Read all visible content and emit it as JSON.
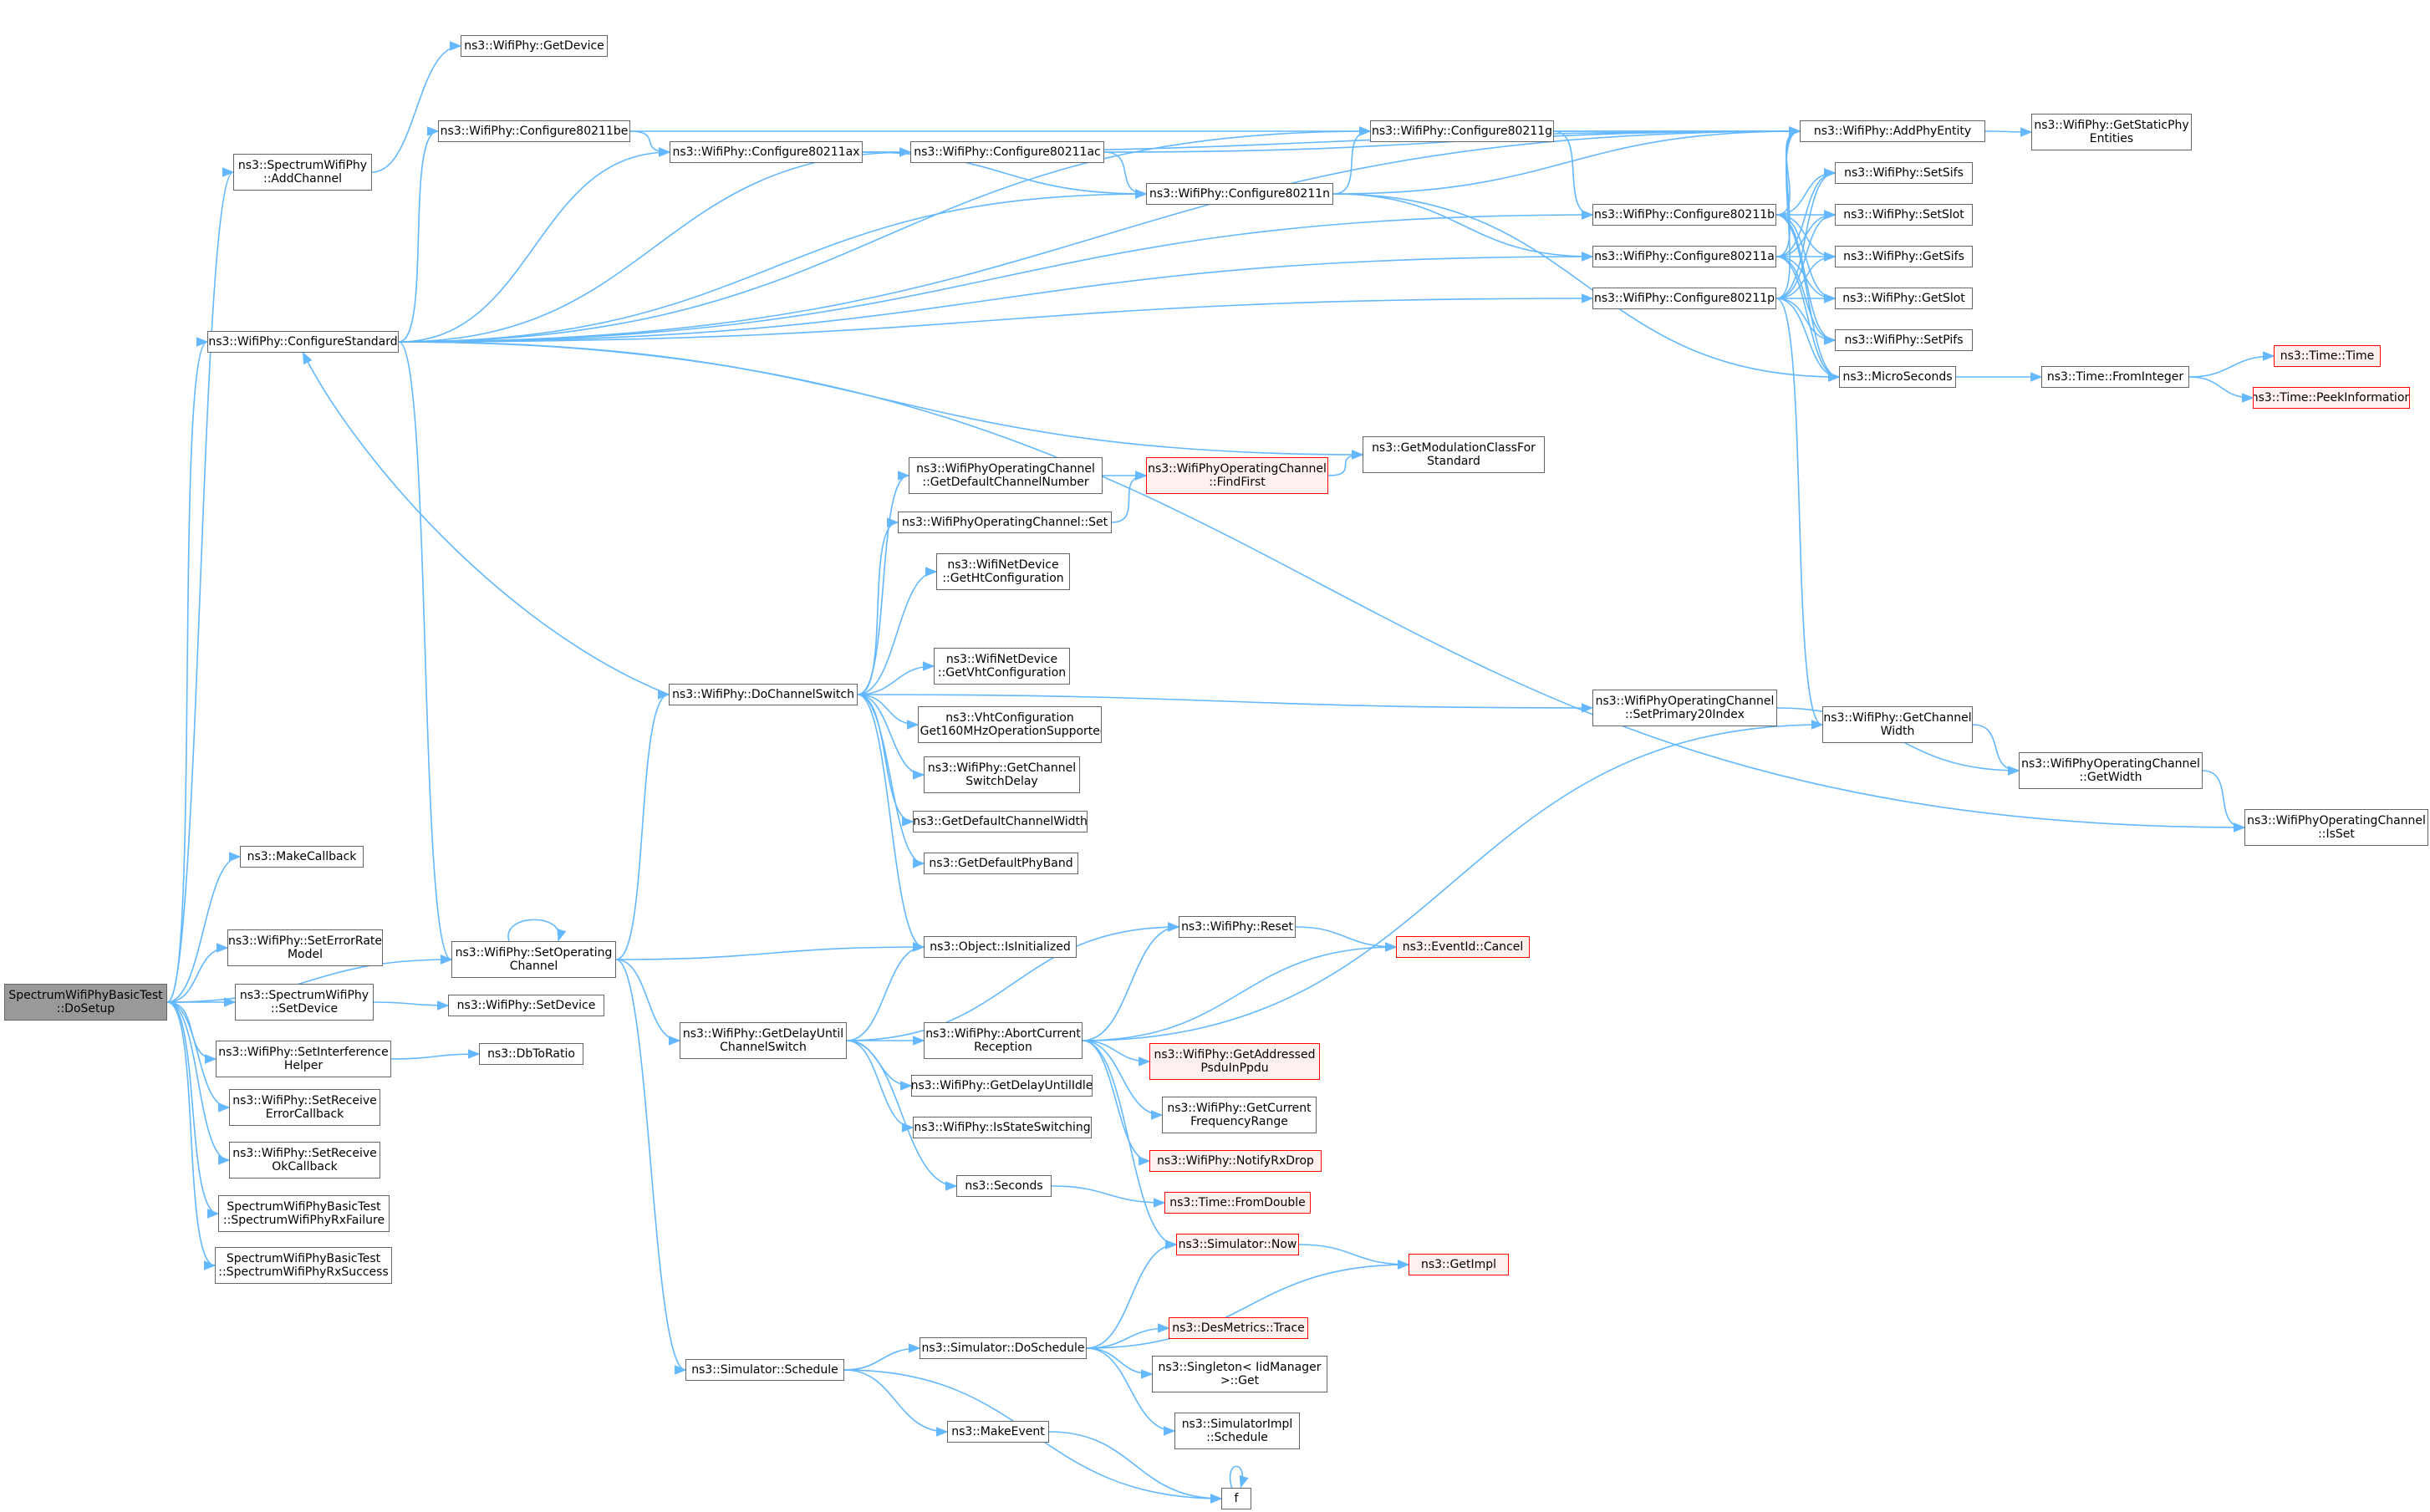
{
  "diagram": {
    "type": "call-graph",
    "edge_color": "#63b8ff",
    "root_fill": "#999999",
    "external_border": "#ff0000",
    "nodes": [
      {
        "id": "root",
        "lines": [
          "SpectrumWifiPhyBasicTest",
          "::DoSetup"
        ],
        "style": "root"
      },
      {
        "id": "getdevice",
        "lines": [
          "ns3::WifiPhy::GetDevice"
        ]
      },
      {
        "id": "addchannel",
        "lines": [
          "ns3::SpectrumWifiPhy",
          "::AddChannel"
        ]
      },
      {
        "id": "c80211be",
        "lines": [
          "ns3::WifiPhy::Configure80211be"
        ]
      },
      {
        "id": "c80211ax",
        "lines": [
          "ns3::WifiPhy::Configure80211ax"
        ]
      },
      {
        "id": "c80211ac",
        "lines": [
          "ns3::WifiPhy::Configure80211ac"
        ]
      },
      {
        "id": "c80211n",
        "lines": [
          "ns3::WifiPhy::Configure80211n"
        ]
      },
      {
        "id": "c80211g",
        "lines": [
          "ns3::WifiPhy::Configure80211g"
        ]
      },
      {
        "id": "c80211b",
        "lines": [
          "ns3::WifiPhy::Configure80211b"
        ]
      },
      {
        "id": "c80211a",
        "lines": [
          "ns3::WifiPhy::Configure80211a"
        ]
      },
      {
        "id": "c80211p",
        "lines": [
          "ns3::WifiPhy::Configure80211p"
        ]
      },
      {
        "id": "addphyentity",
        "lines": [
          "ns3::WifiPhy::AddPhyEntity"
        ]
      },
      {
        "id": "getstaticphy",
        "lines": [
          "ns3::WifiPhy::GetStaticPhy",
          "Entities"
        ]
      },
      {
        "id": "setsifs",
        "lines": [
          "ns3::WifiPhy::SetSifs"
        ]
      },
      {
        "id": "setslot",
        "lines": [
          "ns3::WifiPhy::SetSlot"
        ]
      },
      {
        "id": "getsifs",
        "lines": [
          "ns3::WifiPhy::GetSifs"
        ]
      },
      {
        "id": "getslot",
        "lines": [
          "ns3::WifiPhy::GetSlot"
        ]
      },
      {
        "id": "setpifs",
        "lines": [
          "ns3::WifiPhy::SetPifs"
        ]
      },
      {
        "id": "microseconds",
        "lines": [
          "ns3::MicroSeconds"
        ]
      },
      {
        "id": "frominteger",
        "lines": [
          "ns3::Time::FromInteger"
        ]
      },
      {
        "id": "timetime",
        "lines": [
          "ns3::Time::Time"
        ],
        "style": "red"
      },
      {
        "id": "peekinfo",
        "lines": [
          "ns3::Time::PeekInformation"
        ],
        "style": "red"
      },
      {
        "id": "configstandard",
        "lines": [
          "ns3::WifiPhy::ConfigureStandard"
        ]
      },
      {
        "id": "getmodclass",
        "lines": [
          "ns3::GetModulationClassFor",
          "Standard"
        ]
      },
      {
        "id": "opgetdefault",
        "lines": [
          "ns3::WifiPhyOperatingChannel",
          "::GetDefaultChannelNumber"
        ]
      },
      {
        "id": "opfindfirst",
        "lines": [
          "ns3::WifiPhyOperatingChannel",
          "::FindFirst"
        ],
        "style": "red"
      },
      {
        "id": "opset",
        "lines": [
          "ns3::WifiPhyOperatingChannel::Set"
        ]
      },
      {
        "id": "getht",
        "lines": [
          "ns3::WifiNetDevice",
          "::GetHtConfiguration"
        ]
      },
      {
        "id": "getvht",
        "lines": [
          "ns3::WifiNetDevice",
          "::GetVhtConfiguration"
        ]
      },
      {
        "id": "docs",
        "lines": [
          "ns3::WifiPhy::DoChannelSwitch"
        ]
      },
      {
        "id": "vht160",
        "lines": [
          "ns3::VhtConfiguration",
          "::Get160MHzOperationSupported"
        ]
      },
      {
        "id": "getchsw",
        "lines": [
          "ns3::WifiPhy::GetChannel",
          "SwitchDelay"
        ]
      },
      {
        "id": "getdefwidth",
        "lines": [
          "ns3::GetDefaultChannelWidth"
        ]
      },
      {
        "id": "getdefband",
        "lines": [
          "ns3::GetDefaultPhyBand"
        ]
      },
      {
        "id": "setprimary",
        "lines": [
          "ns3::WifiPhyOperatingChannel",
          "::SetPrimary20Index"
        ]
      },
      {
        "id": "getchwidth",
        "lines": [
          "ns3::WifiPhy::GetChannel",
          "Width"
        ]
      },
      {
        "id": "opgetwidth",
        "lines": [
          "ns3::WifiPhyOperatingChannel",
          "::GetWidth"
        ]
      },
      {
        "id": "opisset",
        "lines": [
          "ns3::WifiPhyOperatingChannel",
          "::IsSet"
        ]
      },
      {
        "id": "makecallback",
        "lines": [
          "ns3::MakeCallback"
        ]
      },
      {
        "id": "seterrorrate",
        "lines": [
          "ns3::WifiPhy::SetErrorRate",
          "Model"
        ]
      },
      {
        "id": "setopch",
        "lines": [
          "ns3::WifiPhy::SetOperating",
          "Channel"
        ]
      },
      {
        "id": "isinit",
        "lines": [
          "ns3::Object::IsInitialized"
        ]
      },
      {
        "id": "reset",
        "lines": [
          "ns3::WifiPhy::Reset"
        ]
      },
      {
        "id": "cancel",
        "lines": [
          "ns3::EventId::Cancel"
        ],
        "style": "red"
      },
      {
        "id": "specsetdevice",
        "lines": [
          "ns3::SpectrumWifiPhy",
          "::SetDevice"
        ]
      },
      {
        "id": "wifisetdevice",
        "lines": [
          "ns3::WifiPhy::SetDevice"
        ]
      },
      {
        "id": "getdelaysw",
        "lines": [
          "ns3::WifiPhy::GetDelayUntil",
          "ChannelSwitch"
        ]
      },
      {
        "id": "abortrx",
        "lines": [
          "ns3::WifiPhy::AbortCurrent",
          "Reception"
        ]
      },
      {
        "id": "getaddressed",
        "lines": [
          "ns3::WifiPhy::GetAddressed",
          "PsduInPpdu"
        ],
        "style": "red"
      },
      {
        "id": "setinterf",
        "lines": [
          "ns3::WifiPhy::SetInterference",
          "Helper"
        ]
      },
      {
        "id": "dbtoratio",
        "lines": [
          "ns3::DbToRatio"
        ]
      },
      {
        "id": "getdelayidle",
        "lines": [
          "ns3::WifiPhy::GetDelayUntilIdle"
        ]
      },
      {
        "id": "getcurfreq",
        "lines": [
          "ns3::WifiPhy::GetCurrent",
          "FrequencyRange"
        ]
      },
      {
        "id": "setrxerr",
        "lines": [
          "ns3::WifiPhy::SetReceive",
          "ErrorCallback"
        ]
      },
      {
        "id": "isswitching",
        "lines": [
          "ns3::WifiPhy::IsStateSwitching"
        ]
      },
      {
        "id": "setrxok",
        "lines": [
          "ns3::WifiPhy::SetReceive",
          "OkCallback"
        ]
      },
      {
        "id": "notifyrxdrop",
        "lines": [
          "ns3::WifiPhy::NotifyRxDrop"
        ],
        "style": "red"
      },
      {
        "id": "seconds",
        "lines": [
          "ns3::Seconds"
        ]
      },
      {
        "id": "fromdouble",
        "lines": [
          "ns3::Time::FromDouble"
        ],
        "style": "red"
      },
      {
        "id": "rxfailure",
        "lines": [
          "SpectrumWifiPhyBasicTest",
          "::SpectrumWifiPhyRxFailure"
        ]
      },
      {
        "id": "simnow",
        "lines": [
          "ns3::Simulator::Now"
        ],
        "style": "red"
      },
      {
        "id": "rxsuccess",
        "lines": [
          "SpectrumWifiPhyBasicTest",
          "::SpectrumWifiPhyRxSuccess"
        ]
      },
      {
        "id": "getimpl",
        "lines": [
          "ns3::GetImpl"
        ],
        "style": "red"
      },
      {
        "id": "desmetrics",
        "lines": [
          "ns3::DesMetrics::Trace"
        ],
        "style": "red"
      },
      {
        "id": "doschedule",
        "lines": [
          "ns3::Simulator::DoSchedule"
        ]
      },
      {
        "id": "schedule",
        "lines": [
          "ns3::Simulator::Schedule"
        ]
      },
      {
        "id": "singleton",
        "lines": [
          "ns3::Singleton< IidManager",
          ">::Get"
        ]
      },
      {
        "id": "simimplsched",
        "lines": [
          "ns3::SimulatorImpl",
          "::Schedule"
        ]
      },
      {
        "id": "makeevent",
        "lines": [
          "ns3::MakeEvent"
        ]
      },
      {
        "id": "f",
        "lines": [
          "f"
        ]
      }
    ],
    "edges": [
      [
        "root",
        "addchannel"
      ],
      [
        "root",
        "configstandard"
      ],
      [
        "root",
        "makecallback"
      ],
      [
        "root",
        "seterrorrate"
      ],
      [
        "root",
        "setopch"
      ],
      [
        "root",
        "specsetdevice"
      ],
      [
        "root",
        "setinterf"
      ],
      [
        "root",
        "setrxerr"
      ],
      [
        "root",
        "setrxok"
      ],
      [
        "root",
        "rxfailure"
      ],
      [
        "root",
        "rxsuccess"
      ],
      [
        "addchannel",
        "getdevice"
      ],
      [
        "configstandard",
        "c80211be"
      ],
      [
        "configstandard",
        "c80211ax"
      ],
      [
        "configstandard",
        "c80211ac"
      ],
      [
        "configstandard",
        "c80211n"
      ],
      [
        "configstandard",
        "c80211g"
      ],
      [
        "configstandard",
        "c80211b"
      ],
      [
        "configstandard",
        "c80211a"
      ],
      [
        "configstandard",
        "c80211p"
      ],
      [
        "configstandard",
        "addphyentity"
      ],
      [
        "configstandard",
        "getmodclass"
      ],
      [
        "configstandard",
        "opisset"
      ],
      [
        "configstandard",
        "setopch"
      ],
      [
        "c80211be",
        "c80211ax"
      ],
      [
        "c80211be",
        "addphyentity"
      ],
      [
        "c80211ax",
        "c80211ac"
      ],
      [
        "c80211ax",
        "c80211n"
      ],
      [
        "c80211ax",
        "addphyentity"
      ],
      [
        "c80211ac",
        "c80211n"
      ],
      [
        "c80211ac",
        "addphyentity"
      ],
      [
        "c80211n",
        "c80211g"
      ],
      [
        "c80211n",
        "c80211a"
      ],
      [
        "c80211n",
        "microseconds"
      ],
      [
        "c80211n",
        "addphyentity"
      ],
      [
        "c80211g",
        "c80211b"
      ],
      [
        "c80211g",
        "addphyentity"
      ],
      [
        "c80211b",
        "addphyentity"
      ],
      [
        "c80211b",
        "setsifs"
      ],
      [
        "c80211b",
        "setslot"
      ],
      [
        "c80211b",
        "getsifs"
      ],
      [
        "c80211b",
        "getslot"
      ],
      [
        "c80211b",
        "setpifs"
      ],
      [
        "c80211b",
        "microseconds"
      ],
      [
        "c80211a",
        "addphyentity"
      ],
      [
        "c80211a",
        "setsifs"
      ],
      [
        "c80211a",
        "setslot"
      ],
      [
        "c80211a",
        "getsifs"
      ],
      [
        "c80211a",
        "getslot"
      ],
      [
        "c80211a",
        "setpifs"
      ],
      [
        "c80211a",
        "microseconds"
      ],
      [
        "c80211p",
        "addphyentity"
      ],
      [
        "c80211p",
        "setsifs"
      ],
      [
        "c80211p",
        "setslot"
      ],
      [
        "c80211p",
        "getsifs"
      ],
      [
        "c80211p",
        "getslot"
      ],
      [
        "c80211p",
        "setpifs"
      ],
      [
        "c80211p",
        "microseconds"
      ],
      [
        "c80211p",
        "getchwidth"
      ],
      [
        "addphyentity",
        "getstaticphy"
      ],
      [
        "microseconds",
        "frominteger"
      ],
      [
        "frominteger",
        "timetime"
      ],
      [
        "frominteger",
        "peekinfo"
      ],
      [
        "opgetdefault",
        "opfindfirst"
      ],
      [
        "opset",
        "opfindfirst"
      ],
      [
        "opfindfirst",
        "getmodclass"
      ],
      [
        "docs",
        "configstandard"
      ],
      [
        "docs",
        "opgetdefault"
      ],
      [
        "docs",
        "opset"
      ],
      [
        "docs",
        "getht"
      ],
      [
        "docs",
        "getvht"
      ],
      [
        "docs",
        "vht160"
      ],
      [
        "docs",
        "getchsw"
      ],
      [
        "docs",
        "getdefwidth"
      ],
      [
        "docs",
        "getdefband"
      ],
      [
        "docs",
        "setprimary"
      ],
      [
        "docs",
        "isinit"
      ],
      [
        "setprimary",
        "opgetwidth"
      ],
      [
        "getchwidth",
        "opgetwidth"
      ],
      [
        "opgetwidth",
        "opisset"
      ],
      [
        "setopch",
        "setopch"
      ],
      [
        "setopch",
        "docs"
      ],
      [
        "setopch",
        "isinit"
      ],
      [
        "setopch",
        "getdelaysw"
      ],
      [
        "setopch",
        "schedule"
      ],
      [
        "getdelaysw",
        "isinit"
      ],
      [
        "getdelaysw",
        "reset"
      ],
      [
        "getdelaysw",
        "abortrx"
      ],
      [
        "getdelaysw",
        "getdelayidle"
      ],
      [
        "getdelaysw",
        "isswitching"
      ],
      [
        "getdelaysw",
        "seconds"
      ],
      [
        "reset",
        "cancel"
      ],
      [
        "abortrx",
        "getchwidth"
      ],
      [
        "abortrx",
        "reset"
      ],
      [
        "abortrx",
        "cancel"
      ],
      [
        "abortrx",
        "getaddressed"
      ],
      [
        "abortrx",
        "getcurfreq"
      ],
      [
        "abortrx",
        "notifyrxdrop"
      ],
      [
        "abortrx",
        "simnow"
      ],
      [
        "specsetdevice",
        "wifisetdevice"
      ],
      [
        "setinterf",
        "dbtoratio"
      ],
      [
        "seconds",
        "fromdouble"
      ],
      [
        "simnow",
        "getimpl"
      ],
      [
        "schedule",
        "doschedule"
      ],
      [
        "schedule",
        "makeevent"
      ],
      [
        "schedule",
        "f"
      ],
      [
        "doschedule",
        "simnow"
      ],
      [
        "doschedule",
        "getimpl"
      ],
      [
        "doschedule",
        "desmetrics"
      ],
      [
        "doschedule",
        "singleton"
      ],
      [
        "doschedule",
        "simimplsched"
      ],
      [
        "makeevent",
        "f"
      ],
      [
        "f",
        "f"
      ]
    ]
  }
}
